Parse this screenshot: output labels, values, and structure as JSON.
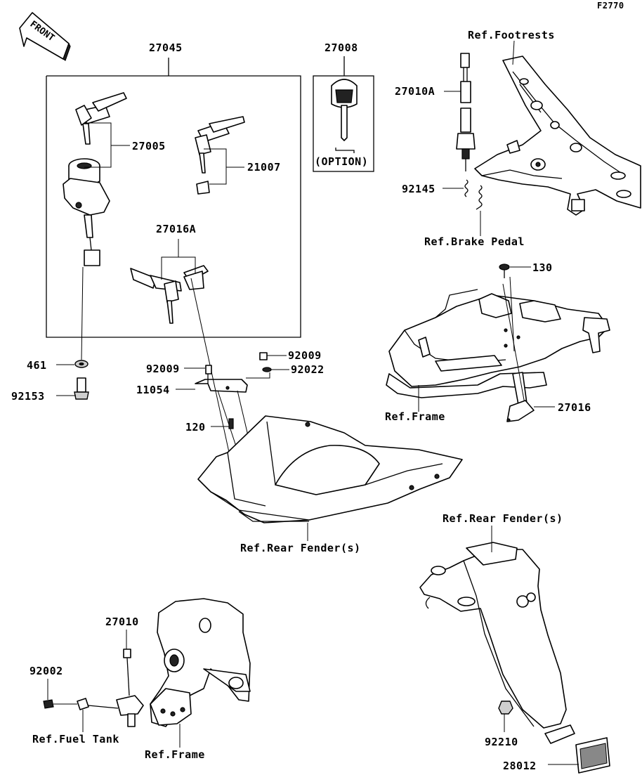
{
  "diagram_code": "F2770",
  "front_arrow_label": "FRONT",
  "option_label": "(OPTION)",
  "callouts": {
    "p27045": "27045",
    "p27008": "27008",
    "p27005": "27005",
    "p21007": "21007",
    "p27016A": "27016A",
    "p461": "461",
    "p92153": "92153",
    "p92009a": "92009",
    "p92009b": "92009",
    "p92022": "92022",
    "p11054": "11054",
    "p120": "120",
    "p27010A": "27010A",
    "p92145": "92145",
    "p130": "130",
    "p27016": "27016",
    "p27010": "27010",
    "p92002": "92002",
    "p92210": "92210",
    "p28012": "28012"
  },
  "refs": {
    "footrests": "Ref.Footrests",
    "brake_pedal": "Ref.Brake Pedal",
    "frame_top": "Ref.Frame",
    "rear_fender_mid": "Ref.Rear Fender(s)",
    "rear_fender_right": "Ref.Rear Fender(s)",
    "fuel_tank": "Ref.Fuel Tank",
    "frame_bottom": "Ref.Frame"
  }
}
